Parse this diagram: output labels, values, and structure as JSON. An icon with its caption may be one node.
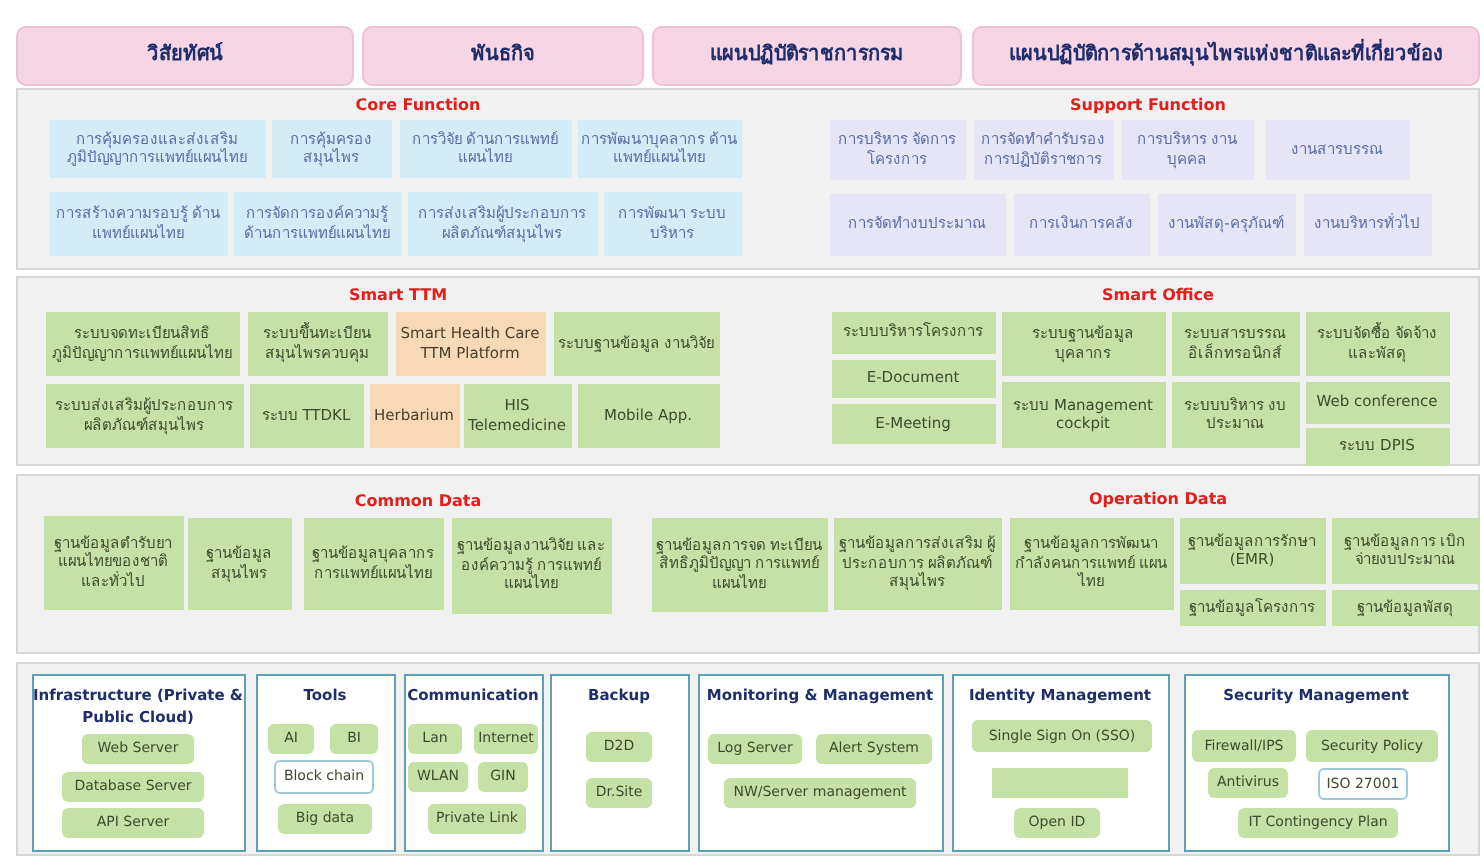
{
  "diagram": {
    "nodes": [
      {
        "text": [
          "วิสัยทัศน์"
        ]
      },
      {
        "text": [
          "พันธกิจ"
        ]
      },
      {
        "text": [
          "แผนปฏิบัติราชการกรม"
        ]
      },
      {
        "text": [
          "แผนปฏิบัติการด้านสมุนไพรแห่งชาติและที่เกี่ยวข้อง"
        ]
      },
      {
        "text": [
          "Core Function",
          "Support Function"
        ]
      },
      {
        "text": [
          "การคุ้มครองและส่งเสริม ภูมิปัญญาการแพทย์แผนไทย"
        ],
        "in": 4
      },
      {
        "text": [
          "การคุ้มครอง สมุนไพร"
        ],
        "in": 4
      },
      {
        "text": [
          "การวิจัย ด้านการแพทย์แผนไทย"
        ],
        "in": 4
      },
      {
        "text": [
          "การพัฒนาบุคลากร ด้านแพทย์แผนไทย"
        ],
        "in": 4
      },
      {
        "text": [
          "การสร้างความรอบรู้ ด้านแพทย์แผนไทย"
        ],
        "in": 4
      },
      {
        "text": [
          "การจัดการองค์ความรู้ ด้านการแพทย์แผนไทย"
        ],
        "in": 4
      },
      {
        "text": [
          "การส่งเสริมผู้ประกอบการ ผลิตภัณฑ์สมุนไพร"
        ],
        "in": 4
      },
      {
        "text": [
          "การพัฒนา ระบบบริหาร"
        ],
        "in": 4
      },
      {
        "text": [
          "การบริหาร จัดการโครงการ"
        ],
        "in": 4
      },
      {
        "text": [
          "การจัดทำคำรับรอง การปฏิบัติราชการ"
        ],
        "in": 4
      },
      {
        "text": [
          "การบริหาร งานบุคคล"
        ],
        "in": 4
      },
      {
        "text": [
          "งานสารบรรณ"
        ],
        "in": 4
      },
      {
        "text": [
          "การจัดทำงบประมาณ"
        ],
        "in": 4
      },
      {
        "text": [
          "การเงินการคลัง"
        ],
        "in": 4
      },
      {
        "text": [
          "งานพัสดุ-ครุภัณฑ์"
        ],
        "in": 4
      },
      {
        "text": [
          "งานบริหารทั่วไป"
        ],
        "in": 4
      },
      {
        "text": [
          "Smart TTM",
          "Smart Office"
        ]
      },
      {
        "text": [
          "ระบบจดทะเบียนสิทธิ ภูมิปัญญาการแพทย์แผนไทย"
        ],
        "in": 21
      },
      {
        "text": [
          "ระบบขึ้นทะเบียน สมุนไพรควบคุม"
        ],
        "in": 21
      },
      {
        "text": [
          "Smart Health Care TTM Platform"
        ],
        "in": 21
      },
      {
        "text": [
          "ระบบฐานข้อมูล งานวิจัย"
        ],
        "in": 21
      },
      {
        "text": [
          "ระบบส่งเสริมผู้ประกอบการ ผลิตภัณฑ์สมุนไพร"
        ],
        "in": 21
      },
      {
        "text": [
          "ระบบ TTDKL"
        ],
        "in": 21
      },
      {
        "text": [
          "Herbarium"
        ],
        "in": 21
      },
      {
        "text": [
          "HIS Telemedicine"
        ],
        "in": 21
      },
      {
        "text": [
          "Mobile App."
        ],
        "in": 21
      },
      {
        "text": [
          "ระบบบริหารโครงการ"
        ],
        "in": 21
      },
      {
        "text": [
          "E-Document"
        ],
        "in": 21
      },
      {
        "text": [
          "E-Meeting"
        ],
        "in": 21
      },
      {
        "text": [
          "ระบบฐานข้อมูล บุคลากร"
        ],
        "in": 21
      },
      {
        "text": [
          "ระบบ Management cockpit"
        ],
        "in": 21
      },
      {
        "text": [
          "ระบบสารบรรณ อิเล็กทรอนิกส์"
        ],
        "in": 21
      },
      {
        "text": [
          "ระบบบริหาร งบประมาณ"
        ],
        "in": 21
      },
      {
        "text": [
          "ระบบจัดซื้อ จัดจ้างและพัสดุ"
        ],
        "in": 21
      },
      {
        "text": [
          "Web conference"
        ],
        "in": 21
      },
      {
        "text": [
          "ระบบ DPIS"
        ],
        "in": 21
      },
      {
        "text": [
          "Common Data",
          "Operation Data"
        ]
      },
      {
        "text": [
          "ฐานข้อมูลตำรับยา แผนไทยของชาติ และทั่วไป"
        ],
        "in": 41
      },
      {
        "text": [
          "ฐานข้อมูล สมุนไพร"
        ],
        "in": 41
      },
      {
        "text": [
          "ฐานข้อมูลบุคลากร การแพทย์แผนไทย"
        ],
        "in": 41
      },
      {
        "text": [
          "ฐานข้อมูลงานวิจัย และองค์ความรู้ การแพทย์แผนไทย"
        ],
        "in": 41
      },
      {
        "text": [
          "ฐานข้อมูลการจด ทะเบียนสิทธิภูมิปัญญา การแพทย์แผนไทย"
        ],
        "in": 41
      },
      {
        "text": [
          "ฐานข้อมูลการส่งเสริม ผู้ประกอบการ ผลิตภัณฑ์สมุนไพร"
        ],
        "in": 41
      },
      {
        "text": [
          "ฐานข้อมูลการพัฒนา กำลังคนการแพทย์ แผนไทย"
        ],
        "in": 41
      },
      {
        "text": [
          "ฐานข้อมูลการรักษา (EMR)"
        ],
        "in": 41
      },
      {
        "text": [
          "ฐานข้อมูลโครงการ"
        ],
        "in": 41
      },
      {
        "text": [
          "ฐานข้อมูลการ เบิกจ่ายงบประมาณ"
        ],
        "in": 41
      },
      {
        "text": [
          "ฐานข้อมูลพัสดุ"
        ],
        "in": 41
      },
      {
        "text": [],
        "shape": "box"
      },
      {
        "text": [
          "Infrastructure (Private & Public Cloud)"
        ],
        "in": 53
      },
      {
        "text": [
          "Web Server"
        ],
        "in": 54
      },
      {
        "text": [
          "Database Server"
        ],
        "in": 54
      },
      {
        "text": [
          "API Server"
        ],
        "in": 54
      },
      {
        "text": [
          "Tools"
        ],
        "in": 53
      },
      {
        "text": [
          "AI"
        ],
        "in": 58
      },
      {
        "text": [
          "BI"
        ],
        "in": 58
      },
      {
        "text": [
          "Block chain"
        ],
        "in": 58
      },
      {
        "text": [
          "Big data"
        ],
        "in": 58
      },
      {
        "text": [
          "Communication"
        ],
        "in": 53
      },
      {
        "text": [
          "Lan"
        ],
        "in": 63
      },
      {
        "text": [
          "Internet"
        ],
        "in": 63
      },
      {
        "text": [
          "WLAN"
        ],
        "in": 63
      },
      {
        "text": [
          "GIN"
        ],
        "in": 63
      },
      {
        "text": [
          "Private Link"
        ],
        "in": 63
      },
      {
        "text": [
          "Backup"
        ],
        "in": 53
      },
      {
        "text": [
          "D2D"
        ],
        "in": 69
      },
      {
        "text": [
          "Dr.Site"
        ],
        "in": 69
      },
      {
        "text": [
          "Monitoring & Management"
        ],
        "in": 53
      },
      {
        "text": [
          "Log Server"
        ],
        "in": 72
      },
      {
        "text": [
          "Alert System"
        ],
        "in": 72
      },
      {
        "text": [
          "NW/Server management"
        ],
        "in": 72
      },
      {
        "text": [
          "Identity Management"
        ],
        "in": 53
      },
      {
        "text": [
          "Single Sign On (SSO)"
        ],
        "in": 76
      },
      {
        "text": [],
        "shape": "box",
        "in": 76
      },
      {
        "text": [
          "Open ID"
        ],
        "in": 76
      },
      {
        "text": [
          "Security Management"
        ],
        "in": 53
      },
      {
        "text": [
          "Firewall/IPS"
        ],
        "in": 80
      },
      {
        "text": [
          "Security Policy"
        ],
        "in": 80
      },
      {
        "text": [
          "Antivirus"
        ],
        "in": 80
      },
      {
        "text": [
          "ISO 27001"
        ],
        "in": 80
      },
      {
        "text": [
          "IT Contingency Plan"
        ],
        "in": 80
      }
    ]
  }
}
